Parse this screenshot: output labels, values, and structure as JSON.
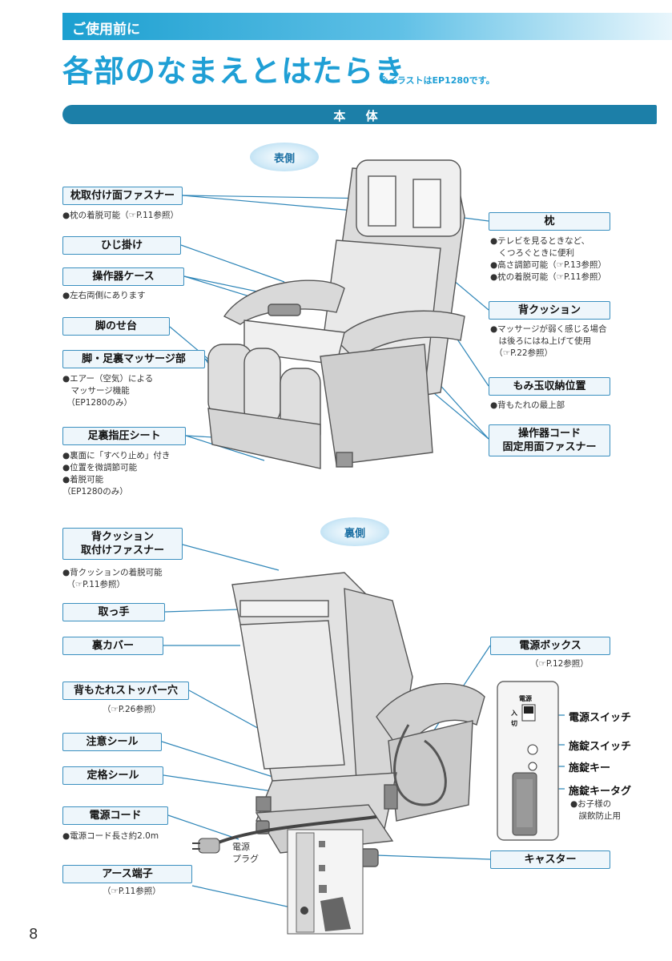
{
  "header": {
    "section": "ご使用前に"
  },
  "title": {
    "main": "各部のなまえとはたらき",
    "note": "※イラストはEP1280です。"
  },
  "section_bar": "本 体",
  "front": {
    "oval": "表側",
    "labels": [
      {
        "key": "pillow_fastener",
        "text": "枕取付け面ファスナー",
        "note": "●枕の着脱可能（☞P.11参照）"
      },
      {
        "key": "armrest",
        "text": "ひじ掛け",
        "note": ""
      },
      {
        "key": "controller_case",
        "text": "操作器ケース",
        "note": "●左右両側にあります"
      },
      {
        "key": "footrest",
        "text": "脚のせ台",
        "note": ""
      },
      {
        "key": "leg_massage",
        "text": "脚・足裏マッサージ部",
        "note": "●エアー（空気）による\n　マッサージ機能\n　（EP1280のみ）"
      },
      {
        "key": "sole_sheet",
        "text": "足裏指圧シート",
        "note": "●裏面に「すべり止め」付き\n●位置を微調節可能\n●着脱可能\n（EP1280のみ）"
      }
    ],
    "right_labels": [
      {
        "key": "pillow",
        "text": "枕",
        "note": "●テレビを見るときなど、\n　くつろぐときに便利\n●高さ調節可能（☞P.13参照）\n●枕の着脱可能（☞P.11参照）"
      },
      {
        "key": "back_cushion",
        "text": "背クッション",
        "note": "●マッサージが弱く感じる場合\n　は後ろにはね上げて使用\n　（☞P.22参照）"
      },
      {
        "key": "ball_storage",
        "text": "もみ玉収納位置",
        "note": "●背もたれの最上部"
      },
      {
        "key": "cord_fastener",
        "text": "操作器コード\n固定用面ファスナー",
        "note": ""
      }
    ]
  },
  "back": {
    "oval": "裏側",
    "labels": [
      {
        "key": "cushion_fastener",
        "text": "背クッション\n取付けファスナー",
        "note": "●背クッションの着脱可能\n　（☞P.11参照）"
      },
      {
        "key": "handle",
        "text": "取っ手",
        "note": ""
      },
      {
        "key": "back_cover",
        "text": "裏カバー",
        "note": ""
      },
      {
        "key": "stopper_hole",
        "text": "背もたれストッパー穴",
        "note": "（☞P.26参照）"
      },
      {
        "key": "caution_seal",
        "text": "注意シール",
        "note": ""
      },
      {
        "key": "rating_seal",
        "text": "定格シール",
        "note": ""
      },
      {
        "key": "power_cord",
        "text": "電源コード",
        "note": "●電源コード長さ約2.0m"
      },
      {
        "key": "earth",
        "text": "アース端子",
        "note": "（☞P.11参照）"
      }
    ],
    "power_box": {
      "text": "電源ボックス",
      "note": "（☞P.12参照）"
    },
    "panel": {
      "switch": "電源スイッチ",
      "lock_switch": "施錠スイッチ",
      "lock_key": "施錠キー",
      "key_tag": "施錠キータグ",
      "key_tag_note": "●お子様の\n　誤飲防止用",
      "tiny_power": "電源",
      "tiny_on": "入",
      "tiny_off": "切"
    },
    "plug": "電源\nプラグ",
    "caster": "キャスター"
  },
  "page_number": "8",
  "colors": {
    "accent": "#1f9fd5",
    "line": "#2f86b8",
    "label_border": "#3a8fbf"
  }
}
